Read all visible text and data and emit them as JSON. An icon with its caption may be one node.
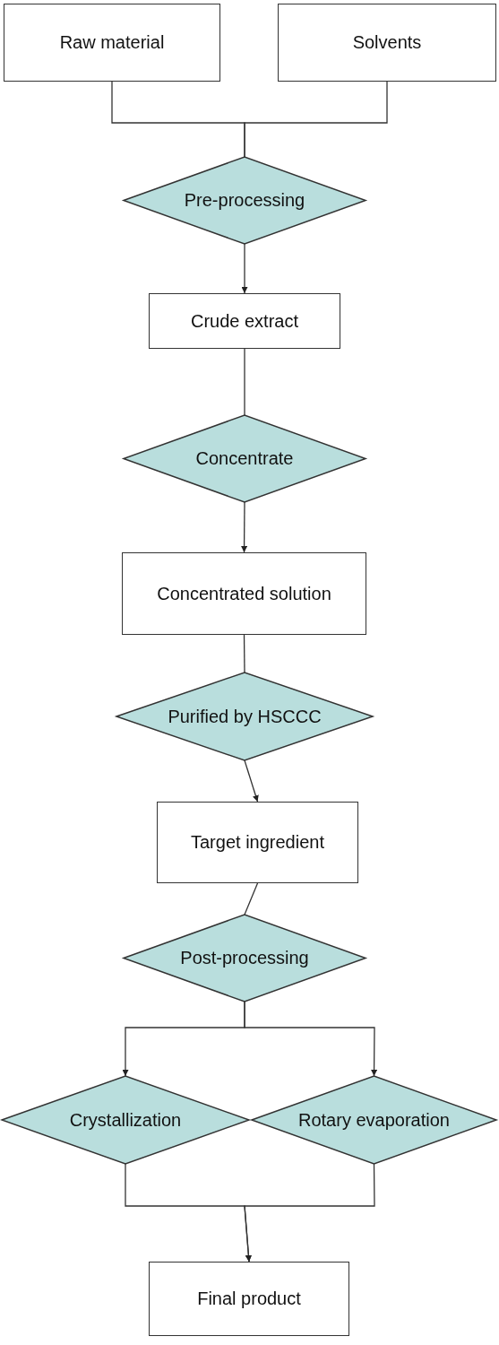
{
  "diagram": {
    "nodes": [
      {
        "text": [
          "Raw material"
        ]
      },
      {
        "text": [
          "Solvents"
        ]
      },
      {
        "text": [
          "Pre-processing"
        ]
      },
      {
        "text": [
          "Crude extract"
        ]
      },
      {
        "text": [
          "Concentrate"
        ]
      },
      {
        "text": [
          "Concentrated solution"
        ]
      },
      {
        "text": [
          "Purified by HSCCC"
        ]
      },
      {
        "text": [
          "Target ingredient"
        ]
      },
      {
        "text": [
          "Post-processing"
        ]
      },
      {
        "text": [
          "Crystallization"
        ]
      },
      {
        "text": [
          "Rotary evaporation"
        ]
      },
      {
        "text": [
          "Final product"
        ]
      }
    ],
    "edges": [
      {
        "from": 0,
        "to": 2,
        "arrow": "none"
      },
      {
        "from": 1,
        "to": 2,
        "arrow": "none"
      },
      {
        "from": 2,
        "to": 3,
        "arrow": "to"
      },
      {
        "from": 3,
        "to": 4,
        "arrow": "none"
      },
      {
        "from": 4,
        "to": 5,
        "arrow": "to"
      },
      {
        "from": 5,
        "to": 6,
        "arrow": "none"
      },
      {
        "from": 6,
        "to": 7,
        "arrow": "to"
      },
      {
        "from": 7,
        "to": 8,
        "arrow": "none"
      },
      {
        "from": 8,
        "to": 9,
        "arrow": "to"
      },
      {
        "from": 8,
        "to": 10,
        "arrow": "to"
      },
      {
        "from": 9,
        "to": 11,
        "arrow": "to"
      },
      {
        "from": 10,
        "to": 11,
        "arrow": "to"
      }
    ]
  }
}
